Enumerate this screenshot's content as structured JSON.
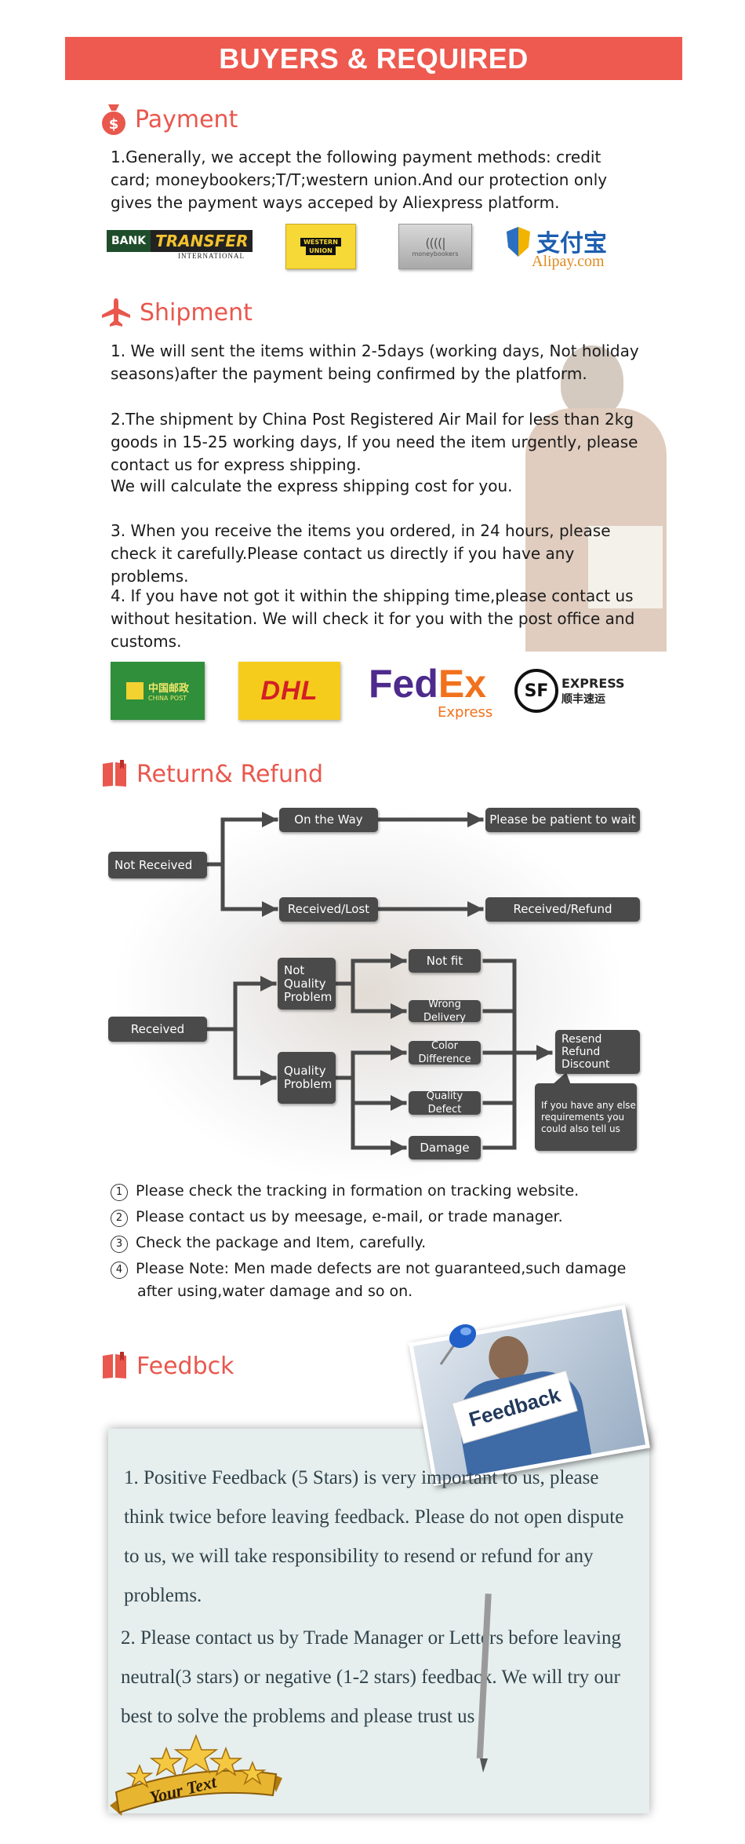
{
  "banner": {
    "title": "BUYERS & REQUIRED"
  },
  "payment": {
    "title": "Payment",
    "text": "1.Generally, we accept the following payment methods: credit card; moneybookers;T/T;western union.And our protection only gives the payment ways acceped by Aliexpress platform.",
    "logos": {
      "bank_a": "BANK",
      "bank_b": "TRANSFER",
      "bank_c": "INTERNATIONAL",
      "wu_a": "WESTERN",
      "wu_b": "UNION",
      "mb": "moneybookers",
      "ali_cn": "支付宝",
      "ali_en": "Alipay.com"
    }
  },
  "shipment": {
    "title": "Shipment",
    "p1": "1. We will sent the items within 2-5days (working days, Not holiday seasons)after the payment being confirmed by the platform.",
    "p2": "2.The shipment by China Post Registered Air Mail for less than  2kg goods in 15-25 working days, If  you need the item urgently, please contact us for express shipping.",
    "p2b": "We will calculate the express shipping cost for you.",
    "p3": "3. When you receive the items you ordered, in 24 hours, please check  it carefully.Please contact us directly if you have any problems.",
    "p4": "4. If you have not got it within the shipping time,please contact us without hesitation. We will check it for you with the post office and customs.",
    "logos": {
      "cp_cn": "中国邮政",
      "cp_en": "CHINA POST",
      "dhl": "DHL",
      "fed": "Fed",
      "ex": "Ex",
      "fedex_sub": "Express",
      "sf": "SF",
      "sf_a": "EXPRESS",
      "sf_b": "顺丰速运"
    }
  },
  "refund": {
    "title": "Return& Refund",
    "flow": {
      "not_received": "Not Received",
      "on_the_way": "On the Way",
      "be_patient": "Please be patient to wait",
      "received_lost": "Received/Lost",
      "received_refund": "Received/Refund",
      "received": "Received",
      "not_quality": "Not Quality Problem",
      "quality": "Quality Problem",
      "not_fit": "Not fit",
      "wrong_delivery": "Wrong Delivery",
      "color_diff": "Color Difference",
      "quality_defect": "Quality Defect",
      "damage": "Damage",
      "resend": "Resend Refund Discount",
      "else": "If you have any else requirements you could also tell us"
    },
    "notes": [
      {
        "num": "1",
        "text": "Please check the tracking in formation on tracking website."
      },
      {
        "num": "2",
        "text": "Please contact us by meesage, e-mail, or trade manager."
      },
      {
        "num": "3",
        "text": "Check the package and Item, carefully."
      },
      {
        "num": "4",
        "text": "Please Note: Men made defects  are not guaranteed,such damage"
      }
    ],
    "note4b": "after using,water damage and so on."
  },
  "feedback": {
    "title": "Feedbck",
    "card": "Feedback",
    "p1": "1. Positive Feedback (5 Stars) is very important to us, please think twice before leaving feedback. Please do not open dispute to us,   we will take responsibility to resend or refund for any problems.",
    "p2": "2. Please contact us by Trade Manager or Letters before leaving neutral(3 stars) or negative (1-2 stars) feedback. We will try our best to solve the problems and please trust us",
    "badge": "Your Text"
  },
  "colors": {
    "accent": "#ee5a4f",
    "heading": "#e9574d",
    "flow_box": "#4a4a4a"
  }
}
